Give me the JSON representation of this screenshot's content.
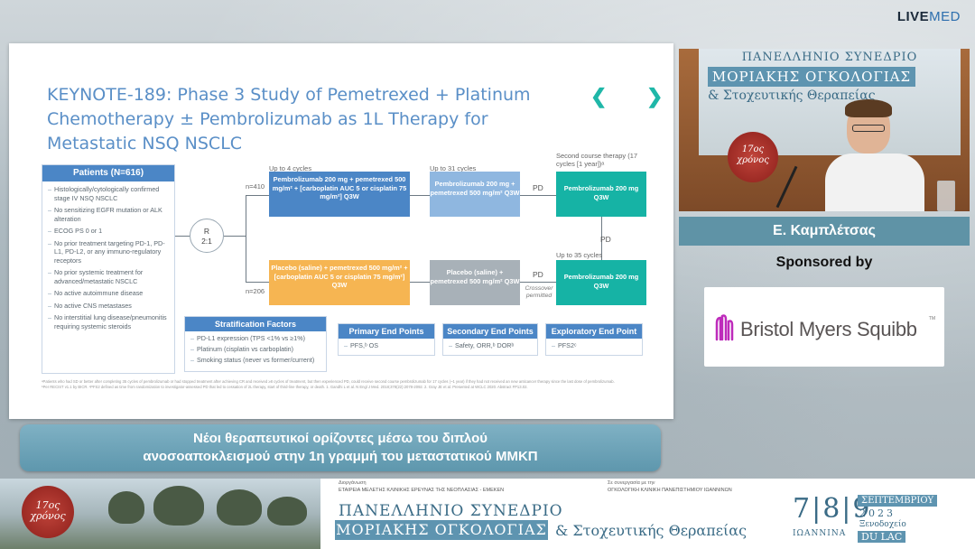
{
  "brand": {
    "part1": "LIVE",
    "part2": "MED"
  },
  "slide": {
    "title": "KEYNOTE-189: Phase 3 Study of Pemetrexed + Platinum Chemotherapy ± Pembrolizumab as 1L Therapy for Metastatic NSQ NSCLC",
    "nav_prev": "❮",
    "nav_next": "❯",
    "patients": {
      "header": "Patients (N=616)",
      "items": [
        "Histologically/cytologically confirmed stage IV NSQ NSCLC",
        "No sensitizing EGFR mutation or ALK alteration",
        "ECOG PS 0 or 1",
        "No prior treatment targeting PD-1, PD-L1, PD-L2, or any immuno-regulatory receptors",
        "No prior systemic treatment for advanced/metastatic NSCLC",
        "No active autoimmune disease",
        "No active CNS metastases",
        "No interstitial lung disease/pneumonitis requiring systemic steroids"
      ]
    },
    "randomization": {
      "line1": "R",
      "line2": "2:1"
    },
    "n_top": "n=410",
    "n_bottom": "n=206",
    "up_to_4": "Up to 4 cycles",
    "up_to_31": "Up to 31 cycles",
    "second_course": "Second course therapy (17 cycles [1 year])ᵃ",
    "up_to_35": "Up to 35 cycles",
    "arm_pembro_combo": "Pembrolizumab 200 mg + pemetrexed 500 mg/m² + [carboplatin AUC 5 or cisplatin 75 mg/m²] Q3W",
    "arm_pembro_maint": "Pembrolizumab 200 mg + pemetrexed 500 mg/m² Q3W",
    "arm_pembro_second": "Pembrolizumab 200 mg Q3W",
    "arm_placebo_combo": "Placebo (saline) + pemetrexed 500 mg/m² + [carboplatin AUC 5 or cisplatin 75 mg/m²] Q3W",
    "arm_placebo_maint": "Placebo (saline) + pemetrexed 500 mg/m² Q3W",
    "arm_pembro_cross": "Pembrolizumab 200 mg Q3W",
    "pd": "PD",
    "crossover": "Crossover permitted",
    "strat": {
      "header": "Stratification Factors",
      "items": [
        "PD-L1 expression (TPS <1% vs ≥1%)",
        "Platinum (cisplatin vs carboplatin)",
        "Smoking status (never vs former/current)"
      ]
    },
    "primary": {
      "header": "Primary End Points",
      "text": "PFS,ᵇ OS"
    },
    "secondary": {
      "header": "Secondary End Points",
      "text": "Safety, ORR,ᵇ DORᵇ"
    },
    "exploratory": {
      "header": "Exploratory End Point",
      "text": "PFS2ᶜ"
    },
    "footnote": "ᵃPatients who had SD or better after completing 35 cycles of pembrolizumab or had stopped treatment after achieving CR and received ≥8 cycles of treatment, but then experienced PD, could receive second course pembrolizumab for 17 cycles (~1 year) if they had not received an new anticancer therapy since the last dose of pembrolizumab. ᵇPer RECIST v1.1 by BICR. ᶜPFS2 defined as time from randomization to investigator-assessed PD that led to cessation of 2L therapy, start of third-line therapy, or death. 1. Gandhi L et al. N Engl J Med. 2018;378(22):2078-2092. 2. Gray JE et al. Presented at WCLC 2020. Abstract FP13.02."
  },
  "banner": {
    "line1": "Νέοι θεραπευτικοί ορίζοντες μέσω του διπλού",
    "line2": "ανοσοαποκλεισμού στην 1η γραμμή του μεταστατικού ΜΜΚΠ"
  },
  "video": {
    "line1": "ΠΑΝΕΛΛΗΝΙΟ ΣΥΝΕΔΡΙΟ",
    "line2": "ΜΟΡΙΑΚΗΣ ΟΓΚΟΛΟΓΙΑΣ",
    "line3": "& Στοχευτικής Θεραπείας",
    "seal_line1": "17ος",
    "seal_line2": "χρόνος"
  },
  "speaker": "Ε. Καμπλέτσας",
  "sponsored": "Sponsored by",
  "sponsor_logo": {
    "text": "Bristol Myers Squibb",
    "tm": "TM",
    "color": "#be2bbb"
  },
  "strip": {
    "seal_line1": "17ος",
    "seal_line2": "χρόνος",
    "org_label_left": "Διοργάνωση",
    "org_left": "ΕΤΑΙΡΕΙΑ ΜΕΛΕΤΗΣ ΚΛΙΝΙΚΗΣ ΕΡΕΥΝΑΣ ΤΗΣ ΝΕΟΠΛΑΣΙΑΣ - ΕΜΕΚΕΝ",
    "org_label_right": "Σε συνεργασία με την",
    "org_right": "ΟΓΚΟΛΟΓΙΚΗ ΚΛΙΝΙΚΗ ΠΑΝΕΠΙΣΤΗΜΙΟΥ ΙΩΑΝΝΙΝΩΝ",
    "title1": "ΠΑΝΕΛΛΗΝΙΟ ΣΥΝΕΔΡΙΟ",
    "title2": "ΜΟΡΙΑΚΗΣ ΟΓΚΟΛΟΓΙΑΣ",
    "title3": "& Στοχευτικής Θεραπείας",
    "days": "7|8|9",
    "month": "ΣΕΠΤΕΜΒΡΙΟΥ",
    "year": "2023",
    "city": "ΙΩΑΝΝΙΝΑ",
    "venue1": "Ξενοδοχείο",
    "venue2": "DU LAC"
  }
}
